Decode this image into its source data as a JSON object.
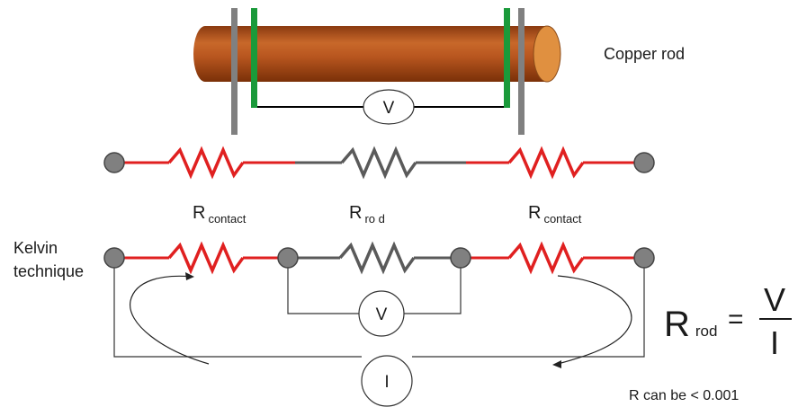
{
  "labels": {
    "copper_rod": "Copper rod",
    "voltmeter_top": "V",
    "r_contact_left": {
      "main": "R",
      "sub": "contact"
    },
    "r_rod_mid": {
      "main": "R",
      "sub": "ro d"
    },
    "r_contact_right": {
      "main": "R",
      "sub": "contact"
    },
    "kelvin_line1": "Kelvin",
    "kelvin_line2": "technique",
    "voltmeter_bottom": "V",
    "ammeter": "I",
    "formula": {
      "lhs": "R",
      "lhs_sub": "rod",
      "equals": "=",
      "numerator": "V",
      "denominator": "I"
    },
    "note": "R can be < 0.001"
  },
  "colors": {
    "rod_body": "#b8561f",
    "rod_end": "#e09040",
    "gray_clamp": "#808080",
    "green_clamp": "#1a9a3a",
    "red_wire": "#e02020",
    "gray_wire": "#5a5a5a",
    "node_fill": "#808080"
  }
}
